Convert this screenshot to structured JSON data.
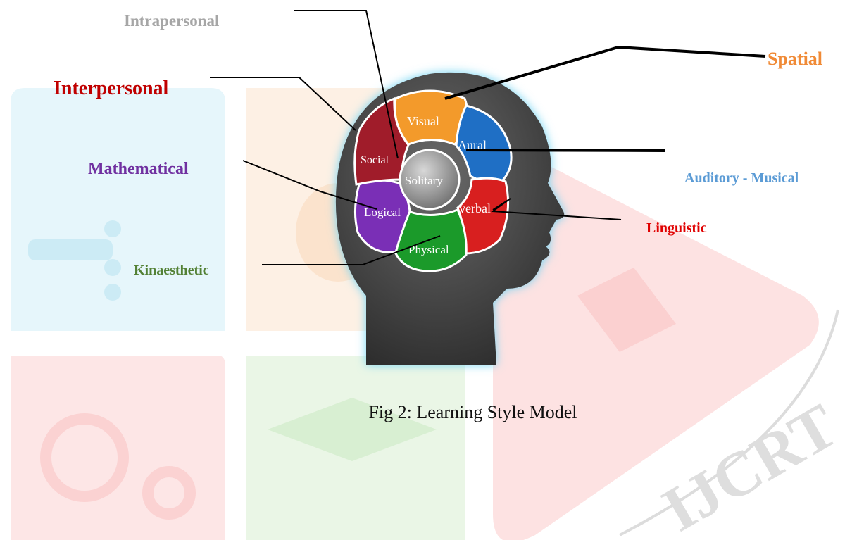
{
  "labels": {
    "intrapersonal": {
      "text": "Intrapersonal",
      "color": "#a6a6a6"
    },
    "interpersonal": {
      "text": "Interpersonal",
      "color": "#c00000"
    },
    "mathematical": {
      "text": "Mathematical",
      "color": "#7030a0"
    },
    "kinaesthetic": {
      "text": "Kinaesthetic",
      "color": "#538135"
    },
    "spatial": {
      "text": "Spatial",
      "color": "#f08a36"
    },
    "auditory": {
      "text": "Auditory - Musical",
      "color": "#5b9bd5"
    },
    "linguistic": {
      "text": "Linguistic",
      "color": "#e00000"
    }
  },
  "petals": {
    "visual": {
      "text": "Visual",
      "color": "#f39a2b"
    },
    "aural": {
      "text": "Aural",
      "color": "#1f6fc5"
    },
    "verbal": {
      "text": "verbal",
      "color": "#d81f1f"
    },
    "physical": {
      "text": "Physical",
      "color": "#1b9a2a"
    },
    "logical": {
      "text": "Logical",
      "color": "#7a2fb6"
    },
    "social": {
      "text": "Social",
      "color": "#a01c2a"
    },
    "solitary": {
      "text": "Solitary",
      "color": "#9a9a9a"
    }
  },
  "caption": "Fig 2: Learning Style Model",
  "watermark": {
    "logo_text": "IJCRT"
  }
}
